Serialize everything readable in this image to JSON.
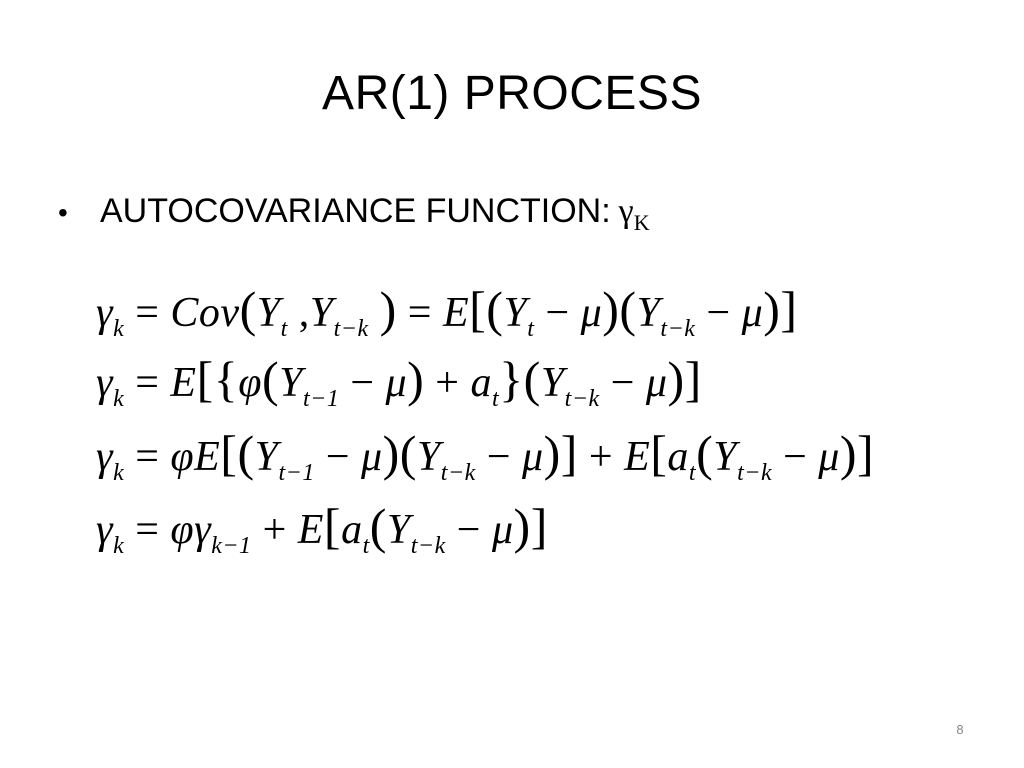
{
  "slide": {
    "title": "AR(1) PROCESS",
    "bullet": {
      "marker": "•",
      "text": "AUTOCOVARIANCE FUNCTION:",
      "symbol": "γ",
      "symbol_subscript": "K"
    },
    "equations": [
      "γk = Cov(Yt, Yt−k) = E[(Yt − μ)(Yt−k − μ)]",
      "γk = E[{φ(Yt−1 − μ) + at}(Yt−k − μ)]",
      "γk = φE[(Yt−1 − μ)(Yt−k − μ)] + E[at(Yt−k − μ)]",
      "γk = φγk−1 + E[at(Yt−k − μ)]"
    ],
    "page_number": "8"
  }
}
